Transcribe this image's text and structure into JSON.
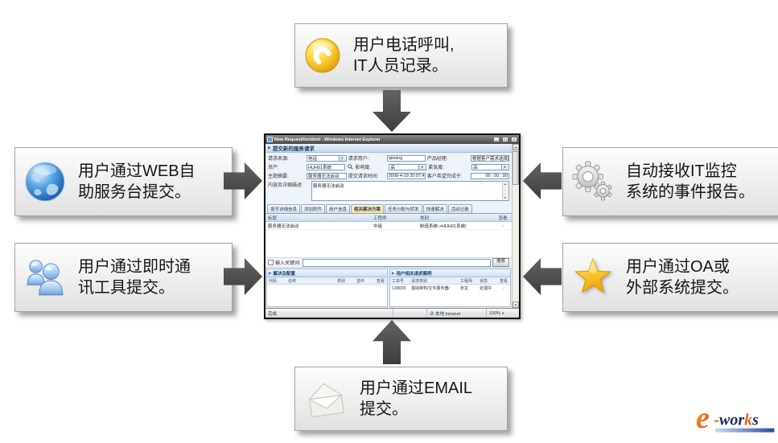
{
  "diagram": {
    "boxes": {
      "phone": {
        "icon": "phone-icon",
        "line1": "用户电话呼叫,",
        "line2": "IT人员记录。"
      },
      "web": {
        "icon": "globe-icon",
        "line1": "用户通过WEB自",
        "line2": "助服务台提交。"
      },
      "im": {
        "icon": "people-icon",
        "line1": "用户通过即时通",
        "line2": "讯工具提交。"
      },
      "monitor": {
        "icon": "gears-icon",
        "line1": "自动接收IT监控",
        "line2": "系统的事件报告。"
      },
      "oa": {
        "icon": "star-icon",
        "line1": "用户通过OA或",
        "line2": "外部系统提交。"
      },
      "email": {
        "icon": "envelope-icon",
        "line1": "用户通过EMAIL",
        "line2": "提交。"
      }
    },
    "arrow_color": "#4c4c4c"
  },
  "window": {
    "title": "New Request/Incident - Windows Internet Explorer",
    "controls": {
      "min": "_",
      "max": "□",
      "close": "×"
    },
    "glyphs": {
      "section_arrow": "▶",
      "dropdown": "▼",
      "scroll_up": "▲",
      "scroll_down": "▼",
      "view": "↓"
    },
    "section_header": "提交新的服务请求",
    "form": {
      "row1": {
        "l1": "请求来源:",
        "v1": "电话",
        "l2": "请求用户:",
        "v2": "qiwang",
        "l3": "产品经理:",
        "v3": "根据客户需求选择"
      },
      "row2": {
        "l1": "资产:",
        "v1": "HUH01系统",
        "l2": "影响度:",
        "v2": "高",
        "l3": "紧急度:",
        "v3": "高"
      },
      "row3": {
        "l1": "主题摘要:",
        "v1": "服务器无法启动",
        "l2": "提交请求时间:",
        "v2": "2008-4-19 20:07:43",
        "l3": "客户希望完成于:",
        "v3": "00 : 00 : 00"
      },
      "desc_label": "内容及详细描述:",
      "desc_value": "服务器无法启动"
    },
    "tabs": [
      "填写详细信息",
      "添加附件",
      "用户信息",
      "相关解决方案",
      "任务分配与转发",
      "快速解决",
      "活动记录"
    ],
    "active_tab": "相关解决方案",
    "solution_table": {
      "headers": [
        "标题",
        "工程师",
        "类别",
        "查看"
      ],
      "row": {
        "title": "服务器无法启动",
        "engineer": "中级",
        "category": "制造系统->HUH01系统/"
      }
    },
    "search": {
      "label": "输入关键词:",
      "button": "搜索",
      "value": ""
    },
    "left_panel": {
      "title": "解决及配置",
      "headers": [
        "代码",
        "名称",
        "类别",
        "选中",
        "查看"
      ]
    },
    "right_panel": {
      "title": "用户相关请求案例",
      "headers": [
        "工单号",
        "请求类别",
        "工程师",
        "状态",
        "查看"
      ],
      "row": {
        "id": "C08000",
        "category": "基础架构/文件服务器/",
        "engineer": "张龙",
        "status": "处理中"
      }
    },
    "statusbar": {
      "left": "完成",
      "zone": "本地 Intranet",
      "zoom": "100%"
    }
  },
  "logo": {
    "e": "e",
    "hyphen": "-",
    "wor": "wor",
    "k": "k",
    "s": "s",
    "orange": "#e8611c",
    "navy": "#1d2e63"
  }
}
